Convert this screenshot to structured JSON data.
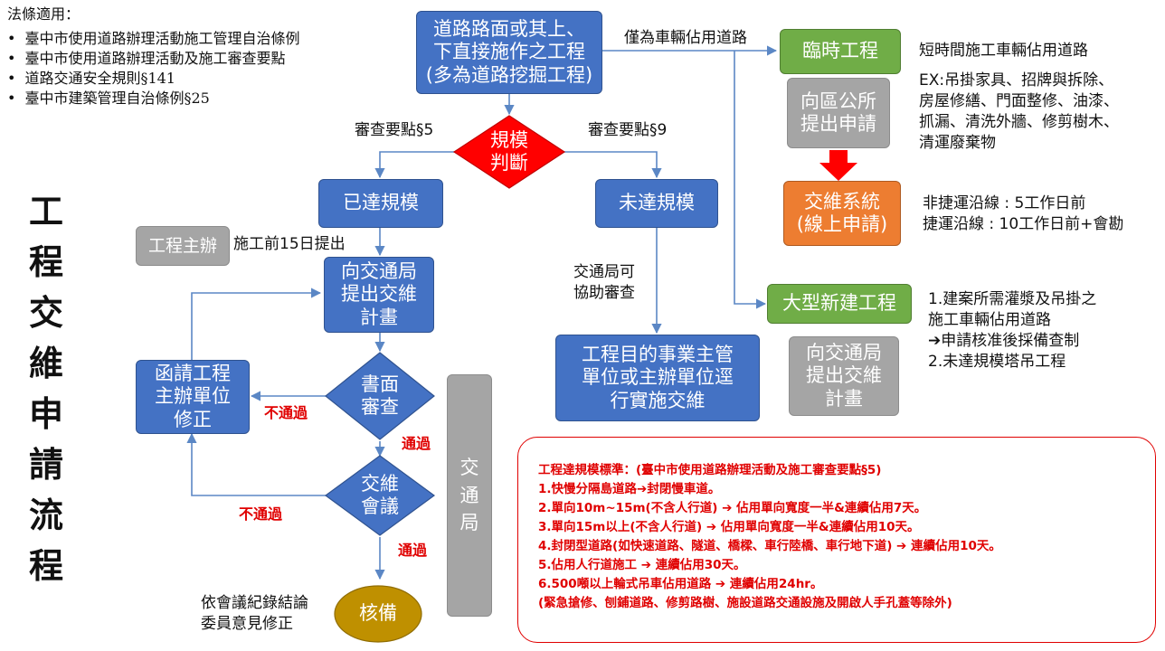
{
  "laws": {
    "title": "法條適用：",
    "items": [
      "臺中市使用道路辦理活動施工管理自治條例",
      "臺中市使用道路辦理活動及施工審查要點",
      "道路交通安全規則§141",
      "臺中市建築管理自治條例§25"
    ]
  },
  "page_title": "工程交維申請流程",
  "nodes": {
    "start": "道路路面或其上、\n下直接施作之工程\n(多為道路挖掘工程)",
    "scale_decision": "規模\n判斷",
    "reached": "已達規模",
    "not_reached": "未達規模",
    "engineer_org": "工程主辦",
    "submit_plan": "向交通局\n提出交維\n計畫",
    "written_review": "書面\n審查",
    "fix_request": "函請工程\n主辦單位\n修正",
    "meeting": "交維\n會議",
    "approve": "核備",
    "traffic_bureau": "交\n通\n局",
    "agency_impl": "工程目的事業主管\n單位或主辦單位逕\n行實施交維",
    "temp_work": "臨時工程",
    "district_office": "向區公所\n提出申請",
    "online_system": "交維系統\n(線上申請)",
    "large_work": "大型新建工程",
    "submit_plan2": "向交通局\n提出交維\n計畫"
  },
  "labels": {
    "review_s5": "審查要點§5",
    "review_s9": "審查要點§9",
    "vehicle_only": "僅為車輛佔用道路",
    "before15": "施工前15日提出",
    "bureau_assist": "交通局可\n協助審查",
    "fail1": "不通過",
    "pass1": "通過",
    "fail2": "不通過",
    "pass2": "通過",
    "minutes": "依會議紀錄結論\n委員意見修正",
    "temp_desc": "短時間施工車輛佔用道路",
    "temp_ex": "EX:吊掛家具、招牌與拆除、\n房屋修繕、門面整修、油漆、\n抓漏、清洗外牆、修剪樹木、\n清運廢棄物",
    "days": "非捷運沿線 : 5工作日前\n捷運沿線 : 10工作日前+會勘",
    "large_desc": "1.建案所需灌漿及吊掛之\n施工車輛佔用道路\n➔申請核准後採備查制\n2.未達規模塔吊工程"
  },
  "standards": [
    "工程達規模標準：(臺中市使用道路辦理活動及施工審查要點§5)",
    "1.快慢分隔島道路➔封閉慢車道。",
    "2.單向10m~15m(不含人行道) ➔ 佔用單向寬度一半&連續佔用7天。",
    "3.單向15m以上(不含人行道) ➔ 佔用單向寬度一半&連續佔用10天。",
    "4.封閉型道路(如快速道路、隧道、橋樑、車行陸橋、車行地下道) ➔ 連續佔用10天。",
    "5.佔用人行道施工 ➔ 連續佔用30天。",
    "6.500噸以上輪式吊車佔用道路 ➔ 連續佔用24hr。",
    "(緊急搶修、刨鋪道路、修剪路樹、施設道路交通設施及開啟人手孔蓋等除外)"
  ],
  "colors": {
    "blue": "#4472c4",
    "gray": "#a5a5a5",
    "green": "#70ad47",
    "orange": "#ed7d31",
    "red": "#ff0000",
    "gold": "#bf9000",
    "line": "#5b87c5"
  }
}
